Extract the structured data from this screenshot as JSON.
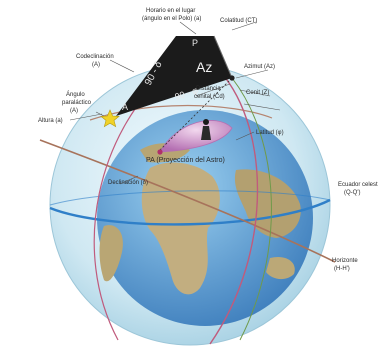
{
  "labels": {
    "horario_line1": "Horario en el lugar",
    "horario_line2": "(ángulo en el Polo) (a)",
    "colatitud": "Colatitud (CT)",
    "codeclinacion_line1": "Codeclinación",
    "codeclinacion_line2": "(A)",
    "angulo_line1": "Ángulo",
    "angulo_line2": "paraláctico",
    "angulo_line3": "(A)",
    "altura": "Altura (a)",
    "azimut": "Azimut (Az)",
    "distancia_line1": "Distancia",
    "distancia_line2": "cenital (Cd)",
    "cenit": "Cenit (Z)",
    "latitud": "Latitud (φ)",
    "pa": "PA (Proyección del Astro)",
    "declinacion": "Declinación (δ)",
    "ecuador_line1": "Ecuador celest",
    "ecuador_line2": "(Q-Q')",
    "horizonte_line1": "Horizonte",
    "horizonte_line2": "(H-H')"
  },
  "triangle_labels": {
    "codeclinacion_side": "90 - δ",
    "colatitud_side": "90 - φ",
    "pole_vertex": "P",
    "star_vertex": "A",
    "azimut_symbol": "Az"
  },
  "colors": {
    "sphere": "#d2eaf3",
    "ocean": "#6aa8d6",
    "land": "#b8a577",
    "triangle": "#1b1b1b",
    "equator": "#2f7fc8",
    "horizon": "#a7735b",
    "meridian": "#c05b7d",
    "star": "#f0d228"
  }
}
